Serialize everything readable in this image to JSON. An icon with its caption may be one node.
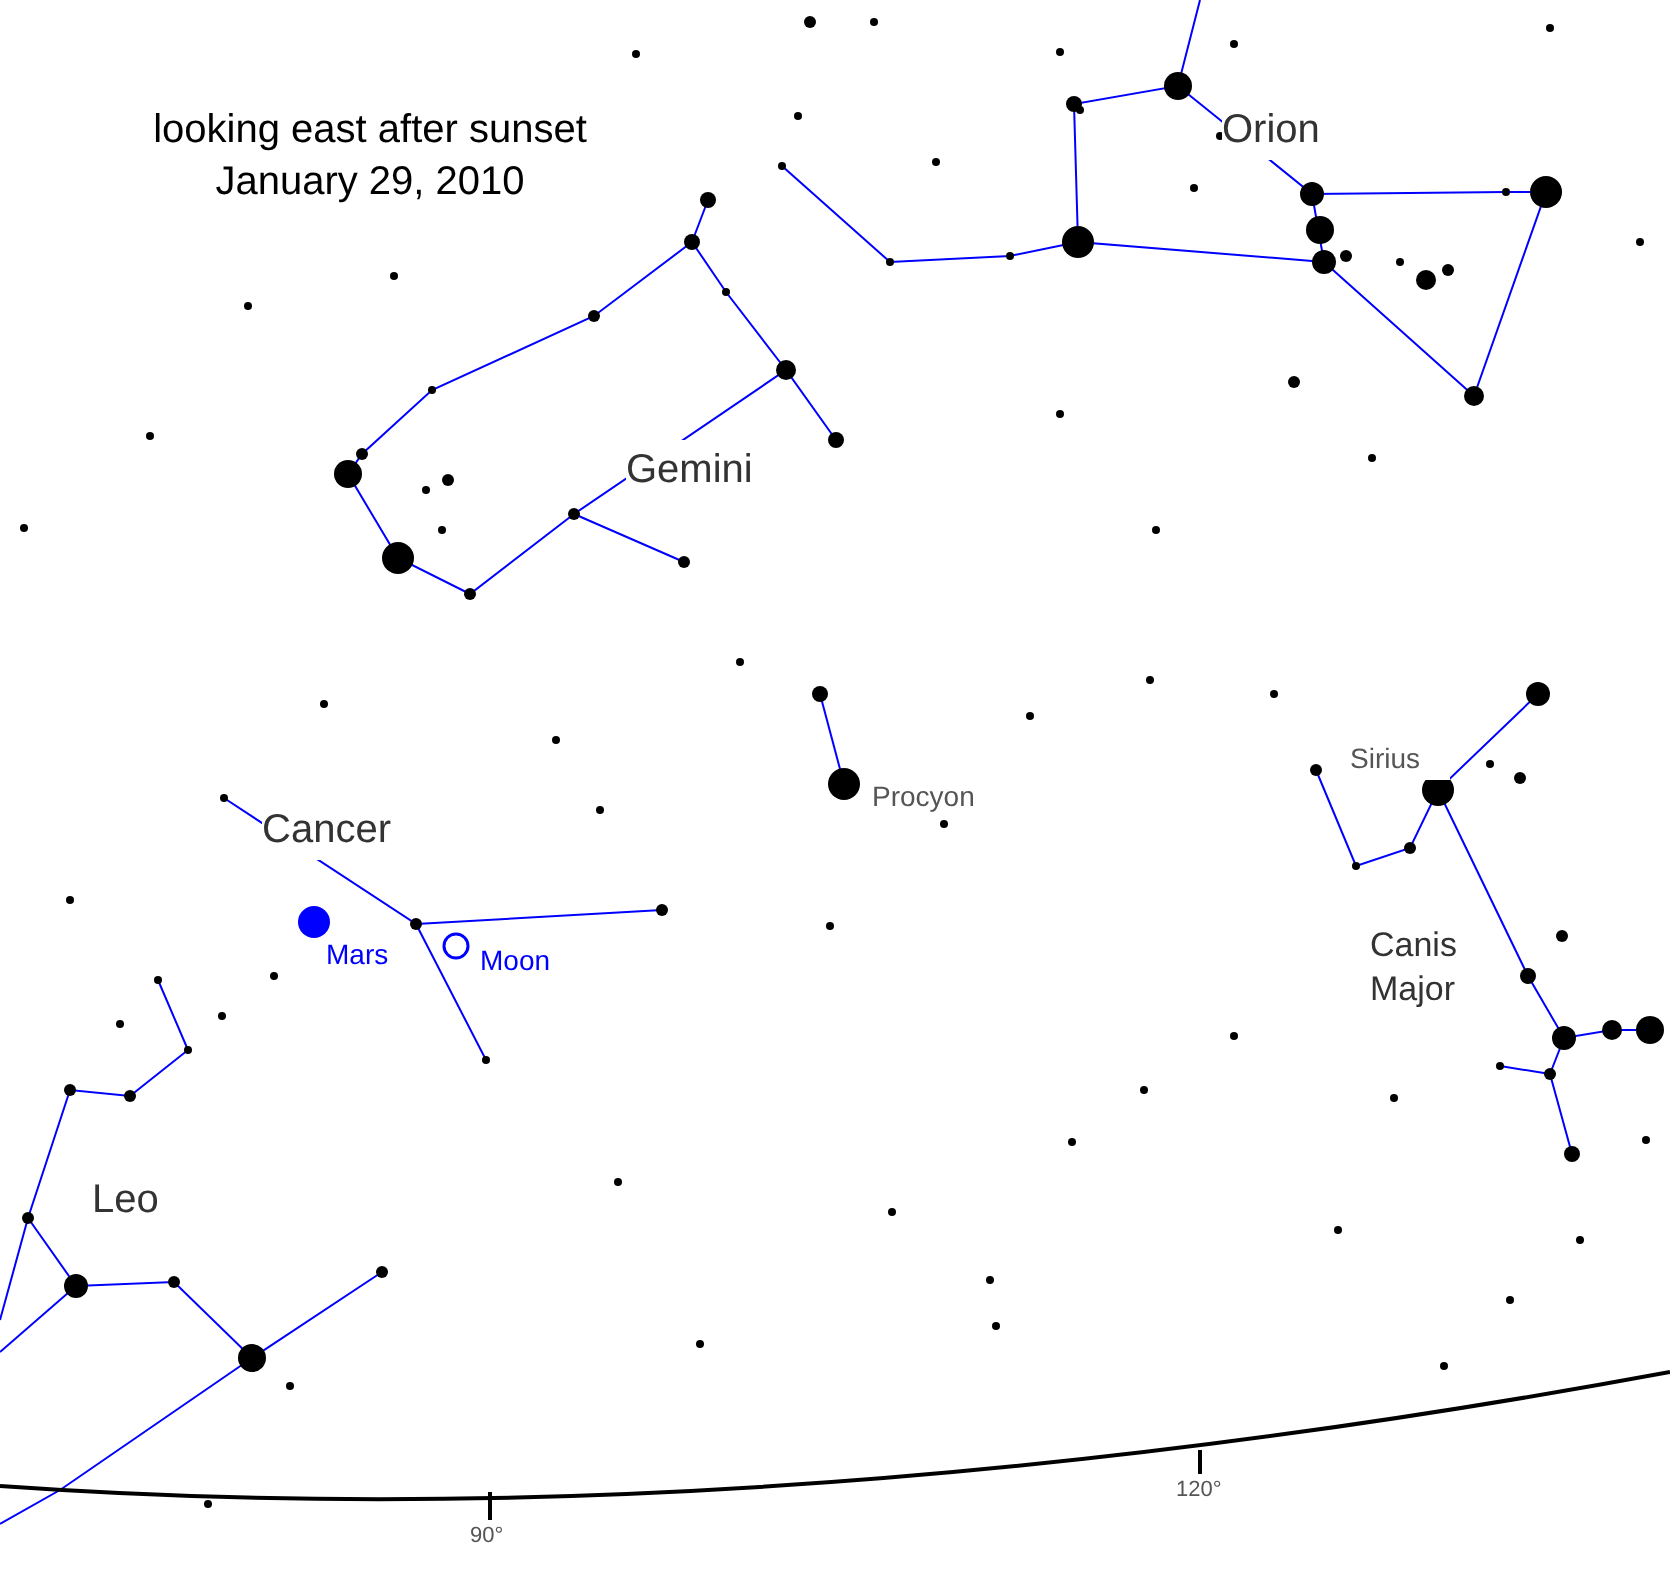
{
  "diagram": {
    "title": "looking east after sunset January 29, 2010",
    "labels": [
      "Orion",
      "Gemini",
      "Procyon",
      "Sirius",
      "Cancer",
      "Canis Major",
      "Mars",
      "Moon",
      "Leo",
      "120°",
      "90°"
    ]
  }
}
